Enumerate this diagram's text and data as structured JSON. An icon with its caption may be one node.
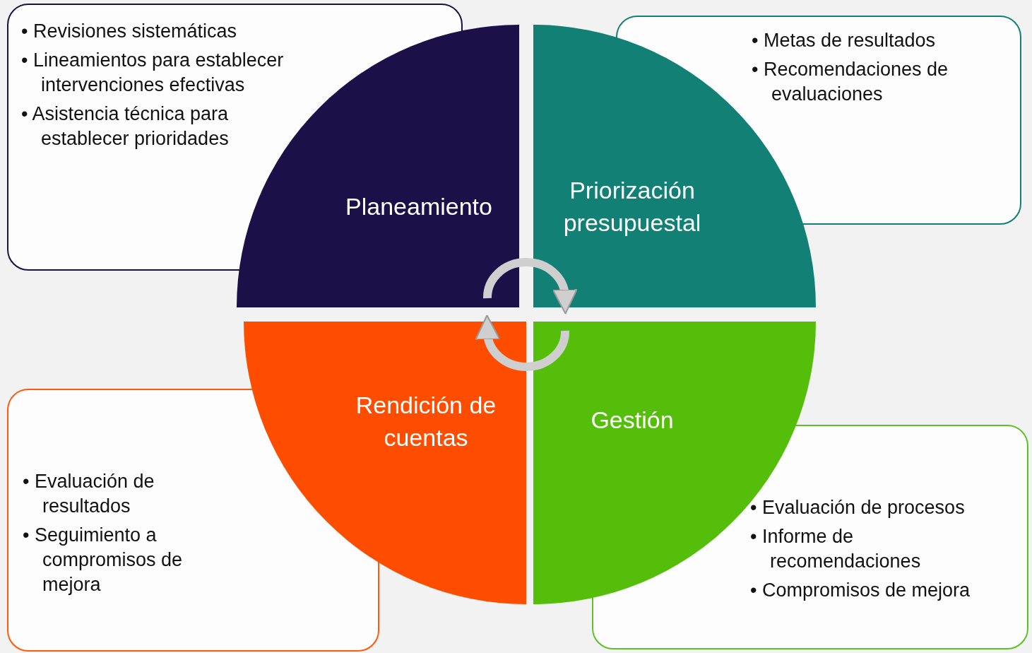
{
  "diagram": {
    "nodes": [
      {
        "text": [
          "• Revisiones sistemáticas",
          "• Lineamientos para establecer intervenciones efectivas",
          "• Asistencia técnica para establecer prioridades"
        ]
      },
      {
        "text": [
          "• Metas de resultados",
          "• Recomendaciones de evaluaciones"
        ]
      },
      {
        "text": [
          "Planeamiento"
        ]
      },
      {
        "text": [
          "Priorización presupuestal"
        ]
      },
      {
        "text": [
          "Rendición de cuentas"
        ]
      },
      {
        "text": [
          "Gestión"
        ]
      },
      {
        "text": [
          "• Evaluación de resultados",
          "• Seguimiento a compromisos de mejora"
        ]
      },
      {
        "text": [
          "• Evaluación de procesos",
          "• Informe de recomendaciones",
          "• Compromisos de mejora"
        ]
      }
    ],
    "edges": [
      {
        "from": 2,
        "to": 3,
        "arrow": "to"
      },
      {
        "from": 5,
        "to": 4,
        "arrow": "to"
      }
    ]
  }
}
